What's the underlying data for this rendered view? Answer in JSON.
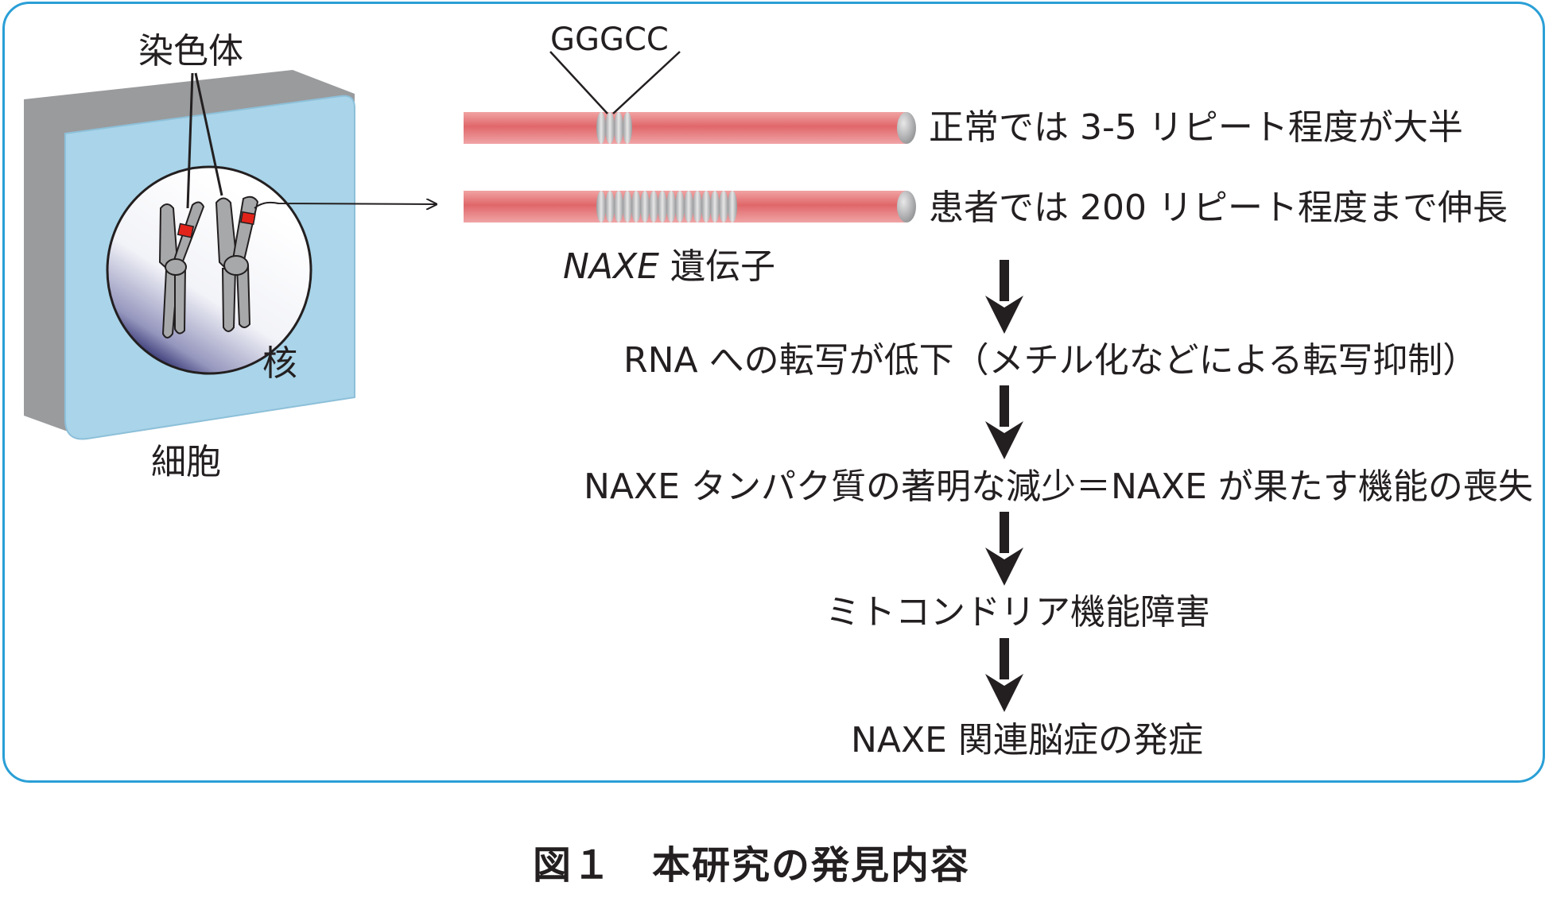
{
  "cell": {
    "chromosome_label": "染色体",
    "nucleus_label": "核",
    "cell_label": "細胞"
  },
  "gene": {
    "repeat_unit": "GGGCC",
    "normal_text": "正常では 3-5 リピート程度が大半",
    "patient_text": "患者では 200 リピート程度まで伸長",
    "gene_name": "NAXE",
    "gene_suffix": "遺伝子",
    "normal_repeat_bands": 4,
    "patient_repeat_bands": 16
  },
  "flow": {
    "steps": [
      "RNA への転写が低下（メチル化などによる転写抑制）",
      "NAXE タンパク質の著明な減少＝NAXE が果たす機能の喪失",
      "ミトコンドリア機能障害",
      "NAXE 関連脳症の発症"
    ]
  },
  "caption": "図１　本研究の発見内容",
  "colors": {
    "frame": "#2a9fd6",
    "cell_fill": "#a9d4e9",
    "cell_side": "#9a9b9d",
    "gene_bar": "#e06b6e",
    "chromosome": "#a7a8aa",
    "marker": "#e2231a",
    "arrow": "#231f20"
  }
}
